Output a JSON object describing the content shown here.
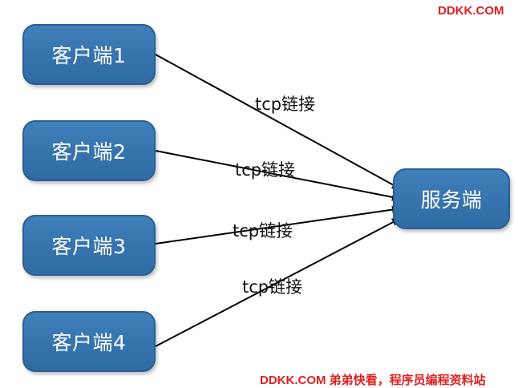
{
  "watermark": {
    "top": "DDKK.COM",
    "bottom": "DDKK.COM 弟弟快看，程序员编程资料站"
  },
  "nodes": {
    "client1": "客户端1",
    "client2": "客户端2",
    "client3": "客户端3",
    "client4": "客户端4",
    "server": "服务端"
  },
  "edges": [
    {
      "from": "client1",
      "to": "server",
      "label": "tcp链接"
    },
    {
      "from": "client2",
      "to": "server",
      "label": "tcp链接"
    },
    {
      "from": "client3",
      "to": "server",
      "label": "tcp链接"
    },
    {
      "from": "client4",
      "to": "server",
      "label": "tcp链接"
    }
  ],
  "colors": {
    "node_fill": "#3a78b4",
    "node_text": "#ffffff",
    "arrow": "#000000",
    "watermark": "#e02020"
  }
}
